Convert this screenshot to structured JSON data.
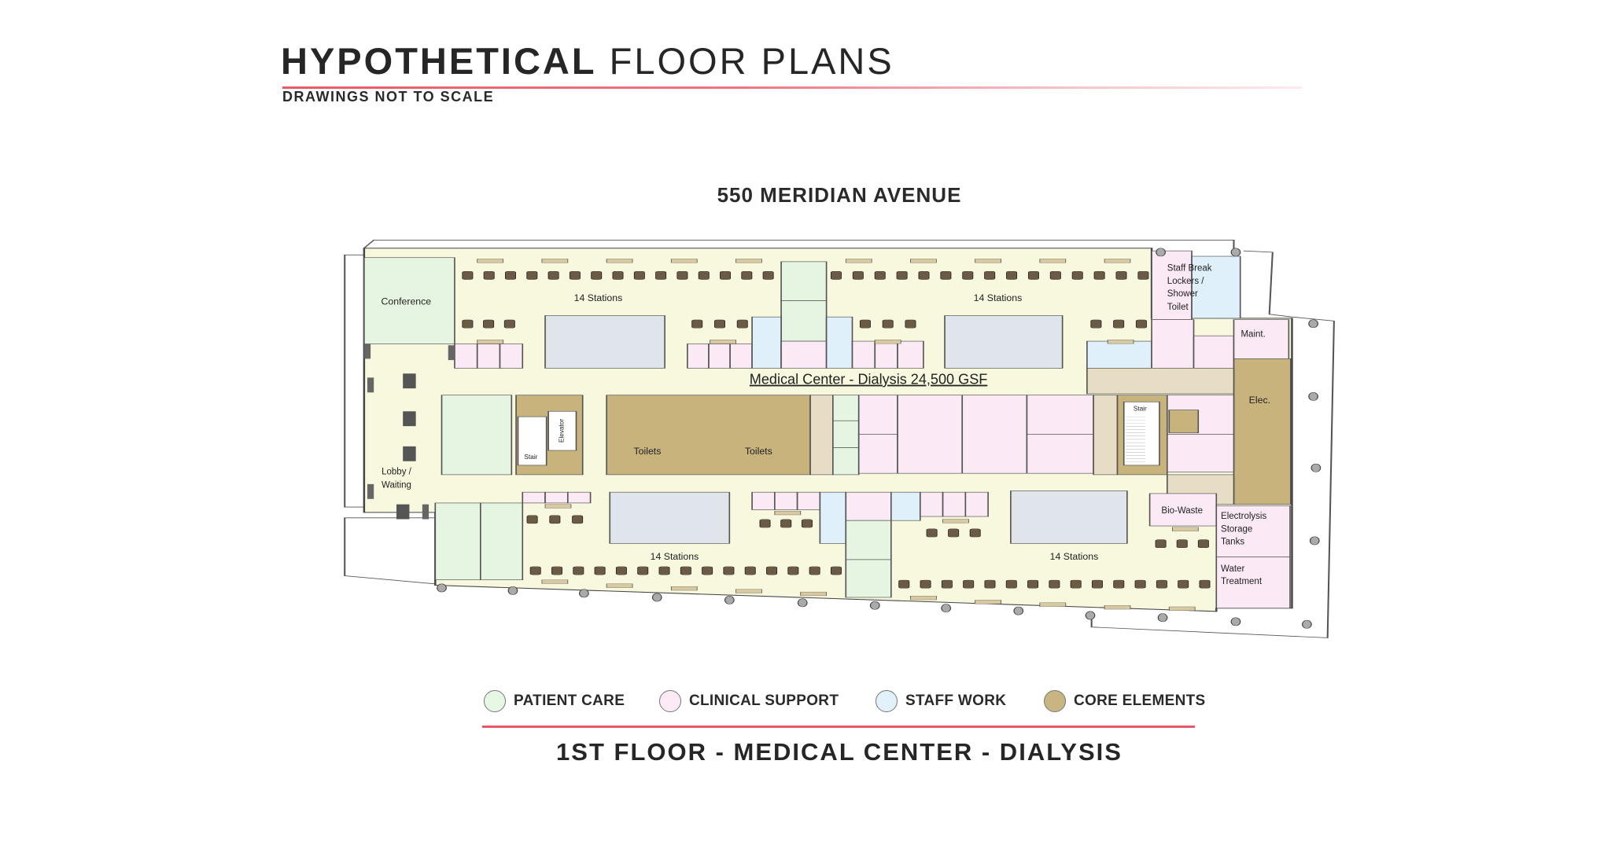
{
  "header": {
    "title_bold": "HYPOTHETICAL",
    "title_light": "FLOOR PLANS",
    "subtitle": "DRAWINGS NOT TO SCALE"
  },
  "plan_title": "550 MERIDIAN AVENUE",
  "floor_plan": {
    "area_label": "Medical Center - Dialysis 24,500 GSF",
    "rooms": {
      "conference": "Conference",
      "stations_top_left": "14 Stations",
      "stations_top_right": "14 Stations",
      "stations_bottom_left": "14 Stations",
      "stations_bottom_right": "14 Stations",
      "staff_break": [
        "Staff Break",
        "Lockers /",
        "Shower",
        "Toilet"
      ],
      "maint": "Maint.",
      "elec": "Elec.",
      "stair_left": "Stair",
      "stair_right": "Stair",
      "elevator": "Elevator",
      "toilets_1": "Toilets",
      "toilets_2": "Toilets",
      "lobby": [
        "Lobby /",
        "Waiting"
      ],
      "bio_waste": "Bio-Waste",
      "electrolysis": [
        "Electrolysis",
        "Storage",
        "Tanks"
      ],
      "water": [
        "Water",
        "Treatment"
      ]
    }
  },
  "legend": [
    {
      "label": "PATIENT CARE",
      "color": "#e6f7e4"
    },
    {
      "label": "CLINICAL SUPPORT",
      "color": "#fcebf7"
    },
    {
      "label": "STAFF WORK",
      "color": "#e3f1fb"
    },
    {
      "label": "CORE ELEMENTS",
      "color": "#c8b581"
    }
  ],
  "floor_title": "1ST FLOOR - MEDICAL CENTER - DIALYSIS"
}
